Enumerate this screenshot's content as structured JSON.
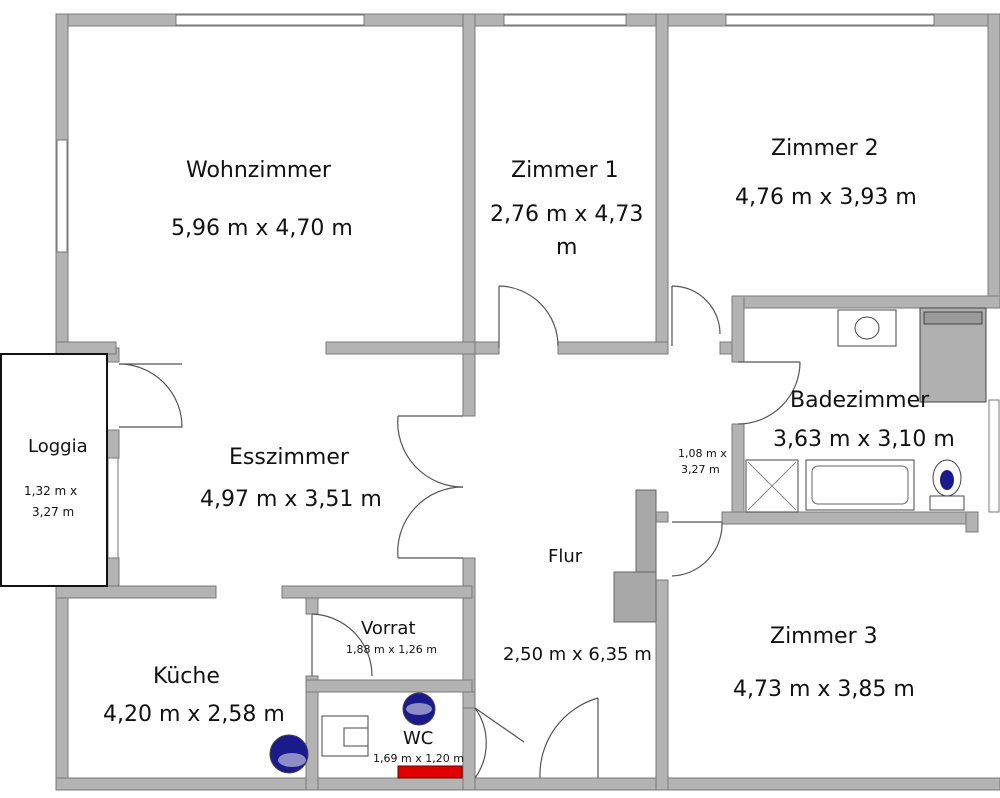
{
  "rooms": {
    "wohnzimmer": {
      "name": "Wohnzimmer",
      "size": "5,96 m x 4,70 m"
    },
    "zimmer1": {
      "name": "Zimmer 1",
      "size_line1": "2,76 m x 4,73",
      "size_line2": "m"
    },
    "zimmer2": {
      "name": "Zimmer 2",
      "size": "4,76 m x 3,93 m"
    },
    "badezimmer": {
      "name": "Badezimmer",
      "size": "3,63 m x 3,10 m"
    },
    "nische": {
      "size_line1": "1,08 m x",
      "size_line2": "3,27 m"
    },
    "loggia": {
      "name": "Loggia",
      "size_line1": "1,32 m x",
      "size_line2": "3,27 m"
    },
    "esszimmer": {
      "name": "Esszimmer",
      "size": "4,97 m x 3,51 m"
    },
    "flur": {
      "name": "Flur",
      "size": "2,50 m x 6,35 m"
    },
    "vorrat": {
      "name": "Vorrat",
      "size": "1,88 m x 1,26 m"
    },
    "kueche": {
      "name": "Küche",
      "size": "4,20 m x 2,58 m"
    },
    "wc": {
      "name": "WC",
      "size": "1,69 m x 1,20 m"
    },
    "zimmer3": {
      "name": "Zimmer 3",
      "size": "4,73 m x 3,85 m"
    }
  },
  "colors": {
    "wall_fill": "#b3b3b3",
    "wall_stroke": "#7a7a7a",
    "chimney": "#a8a8a8",
    "fixture_blue": "#1a1a8c",
    "heater_red": "#e00000"
  }
}
